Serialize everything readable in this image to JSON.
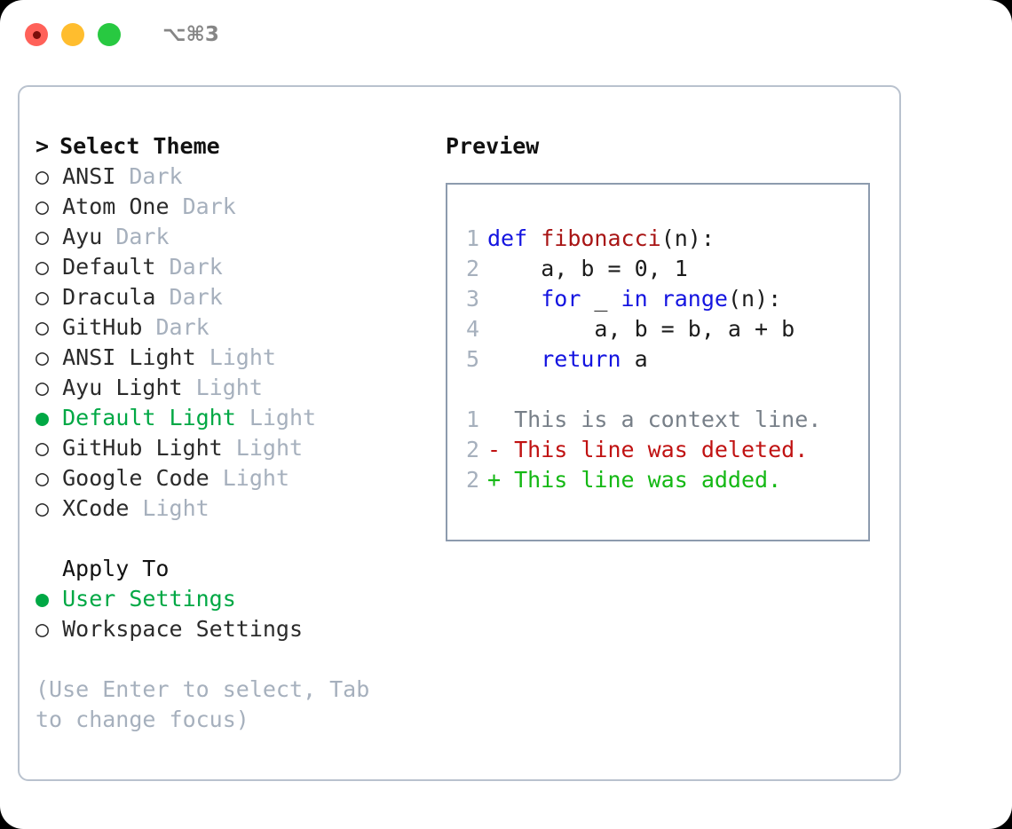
{
  "titlebar": {
    "shortcut": "⌥⌘3",
    "buttons": [
      {
        "name": "close",
        "color": "#ff6159"
      },
      {
        "name": "minimize",
        "color": "#ffbd2e"
      },
      {
        "name": "maximize",
        "color": "#28c941"
      }
    ]
  },
  "colors": {
    "selected_green": "#00a844",
    "muted_gray": "#a6b0bd",
    "panel_border": "#b9c2ce",
    "preview_border": "#8d9bae",
    "keyword_blue": "#1414e0",
    "function_red": "#a81414",
    "diff_delete_red": "#c01212",
    "diff_add_green": "#14b814",
    "diff_context_gray": "#777f88"
  },
  "theme_section": {
    "prefix": ">",
    "title": "Select Theme",
    "items": [
      {
        "marker": "○",
        "label": "ANSI",
        "tag": "Dark",
        "selected": false
      },
      {
        "marker": "○",
        "label": "Atom One",
        "tag": "Dark",
        "selected": false
      },
      {
        "marker": "○",
        "label": "Ayu",
        "tag": "Dark",
        "selected": false
      },
      {
        "marker": "○",
        "label": "Default",
        "tag": "Dark",
        "selected": false
      },
      {
        "marker": "○",
        "label": "Dracula",
        "tag": "Dark",
        "selected": false
      },
      {
        "marker": "○",
        "label": "GitHub",
        "tag": "Dark",
        "selected": false
      },
      {
        "marker": "○",
        "label": "ANSI Light",
        "tag": "Light",
        "selected": false
      },
      {
        "marker": "○",
        "label": "Ayu Light",
        "tag": "Light",
        "selected": false
      },
      {
        "marker": "●",
        "label": "Default Light",
        "tag": "Light",
        "selected": true
      },
      {
        "marker": "○",
        "label": "GitHub Light",
        "tag": "Light",
        "selected": false
      },
      {
        "marker": "○",
        "label": "Google Code",
        "tag": "Light",
        "selected": false
      },
      {
        "marker": "○",
        "label": "XCode",
        "tag": "Light",
        "selected": false
      }
    ]
  },
  "apply_section": {
    "title": "Apply To",
    "items": [
      {
        "marker": "●",
        "label": "User Settings",
        "selected": true
      },
      {
        "marker": "○",
        "label": "Workspace Settings",
        "selected": false
      }
    ]
  },
  "hint": "(Use Enter to select, Tab to change focus)",
  "preview": {
    "title": "Preview",
    "code_lines": [
      {
        "num": "1",
        "tokens": [
          {
            "t": "def",
            "c": "kw"
          },
          {
            "t": " ",
            "c": "plain"
          },
          {
            "t": "fibonacci",
            "c": "fn"
          },
          {
            "t": "(n):",
            "c": "plain"
          }
        ]
      },
      {
        "num": "2",
        "tokens": [
          {
            "t": "    a, b = 0, 1",
            "c": "plain"
          }
        ]
      },
      {
        "num": "3",
        "tokens": [
          {
            "t": "    ",
            "c": "plain"
          },
          {
            "t": "for",
            "c": "kw"
          },
          {
            "t": " _ ",
            "c": "plain"
          },
          {
            "t": "in",
            "c": "kw"
          },
          {
            "t": " ",
            "c": "plain"
          },
          {
            "t": "range",
            "c": "kw"
          },
          {
            "t": "(n):",
            "c": "plain"
          }
        ]
      },
      {
        "num": "4",
        "tokens": [
          {
            "t": "        a, b = b, a + b",
            "c": "plain"
          }
        ]
      },
      {
        "num": "5",
        "tokens": [
          {
            "t": "    ",
            "c": "plain"
          },
          {
            "t": "return",
            "c": "kw"
          },
          {
            "t": " a",
            "c": "plain"
          }
        ]
      }
    ],
    "diff_lines": [
      {
        "num": "1",
        "sign": " ",
        "text": " This is a context line.",
        "cls": "ctx"
      },
      {
        "num": "2",
        "sign": "-",
        "text": " This line was deleted.",
        "cls": "del"
      },
      {
        "num": "2",
        "sign": "+",
        "text": " This line was added.",
        "cls": "add"
      }
    ]
  }
}
